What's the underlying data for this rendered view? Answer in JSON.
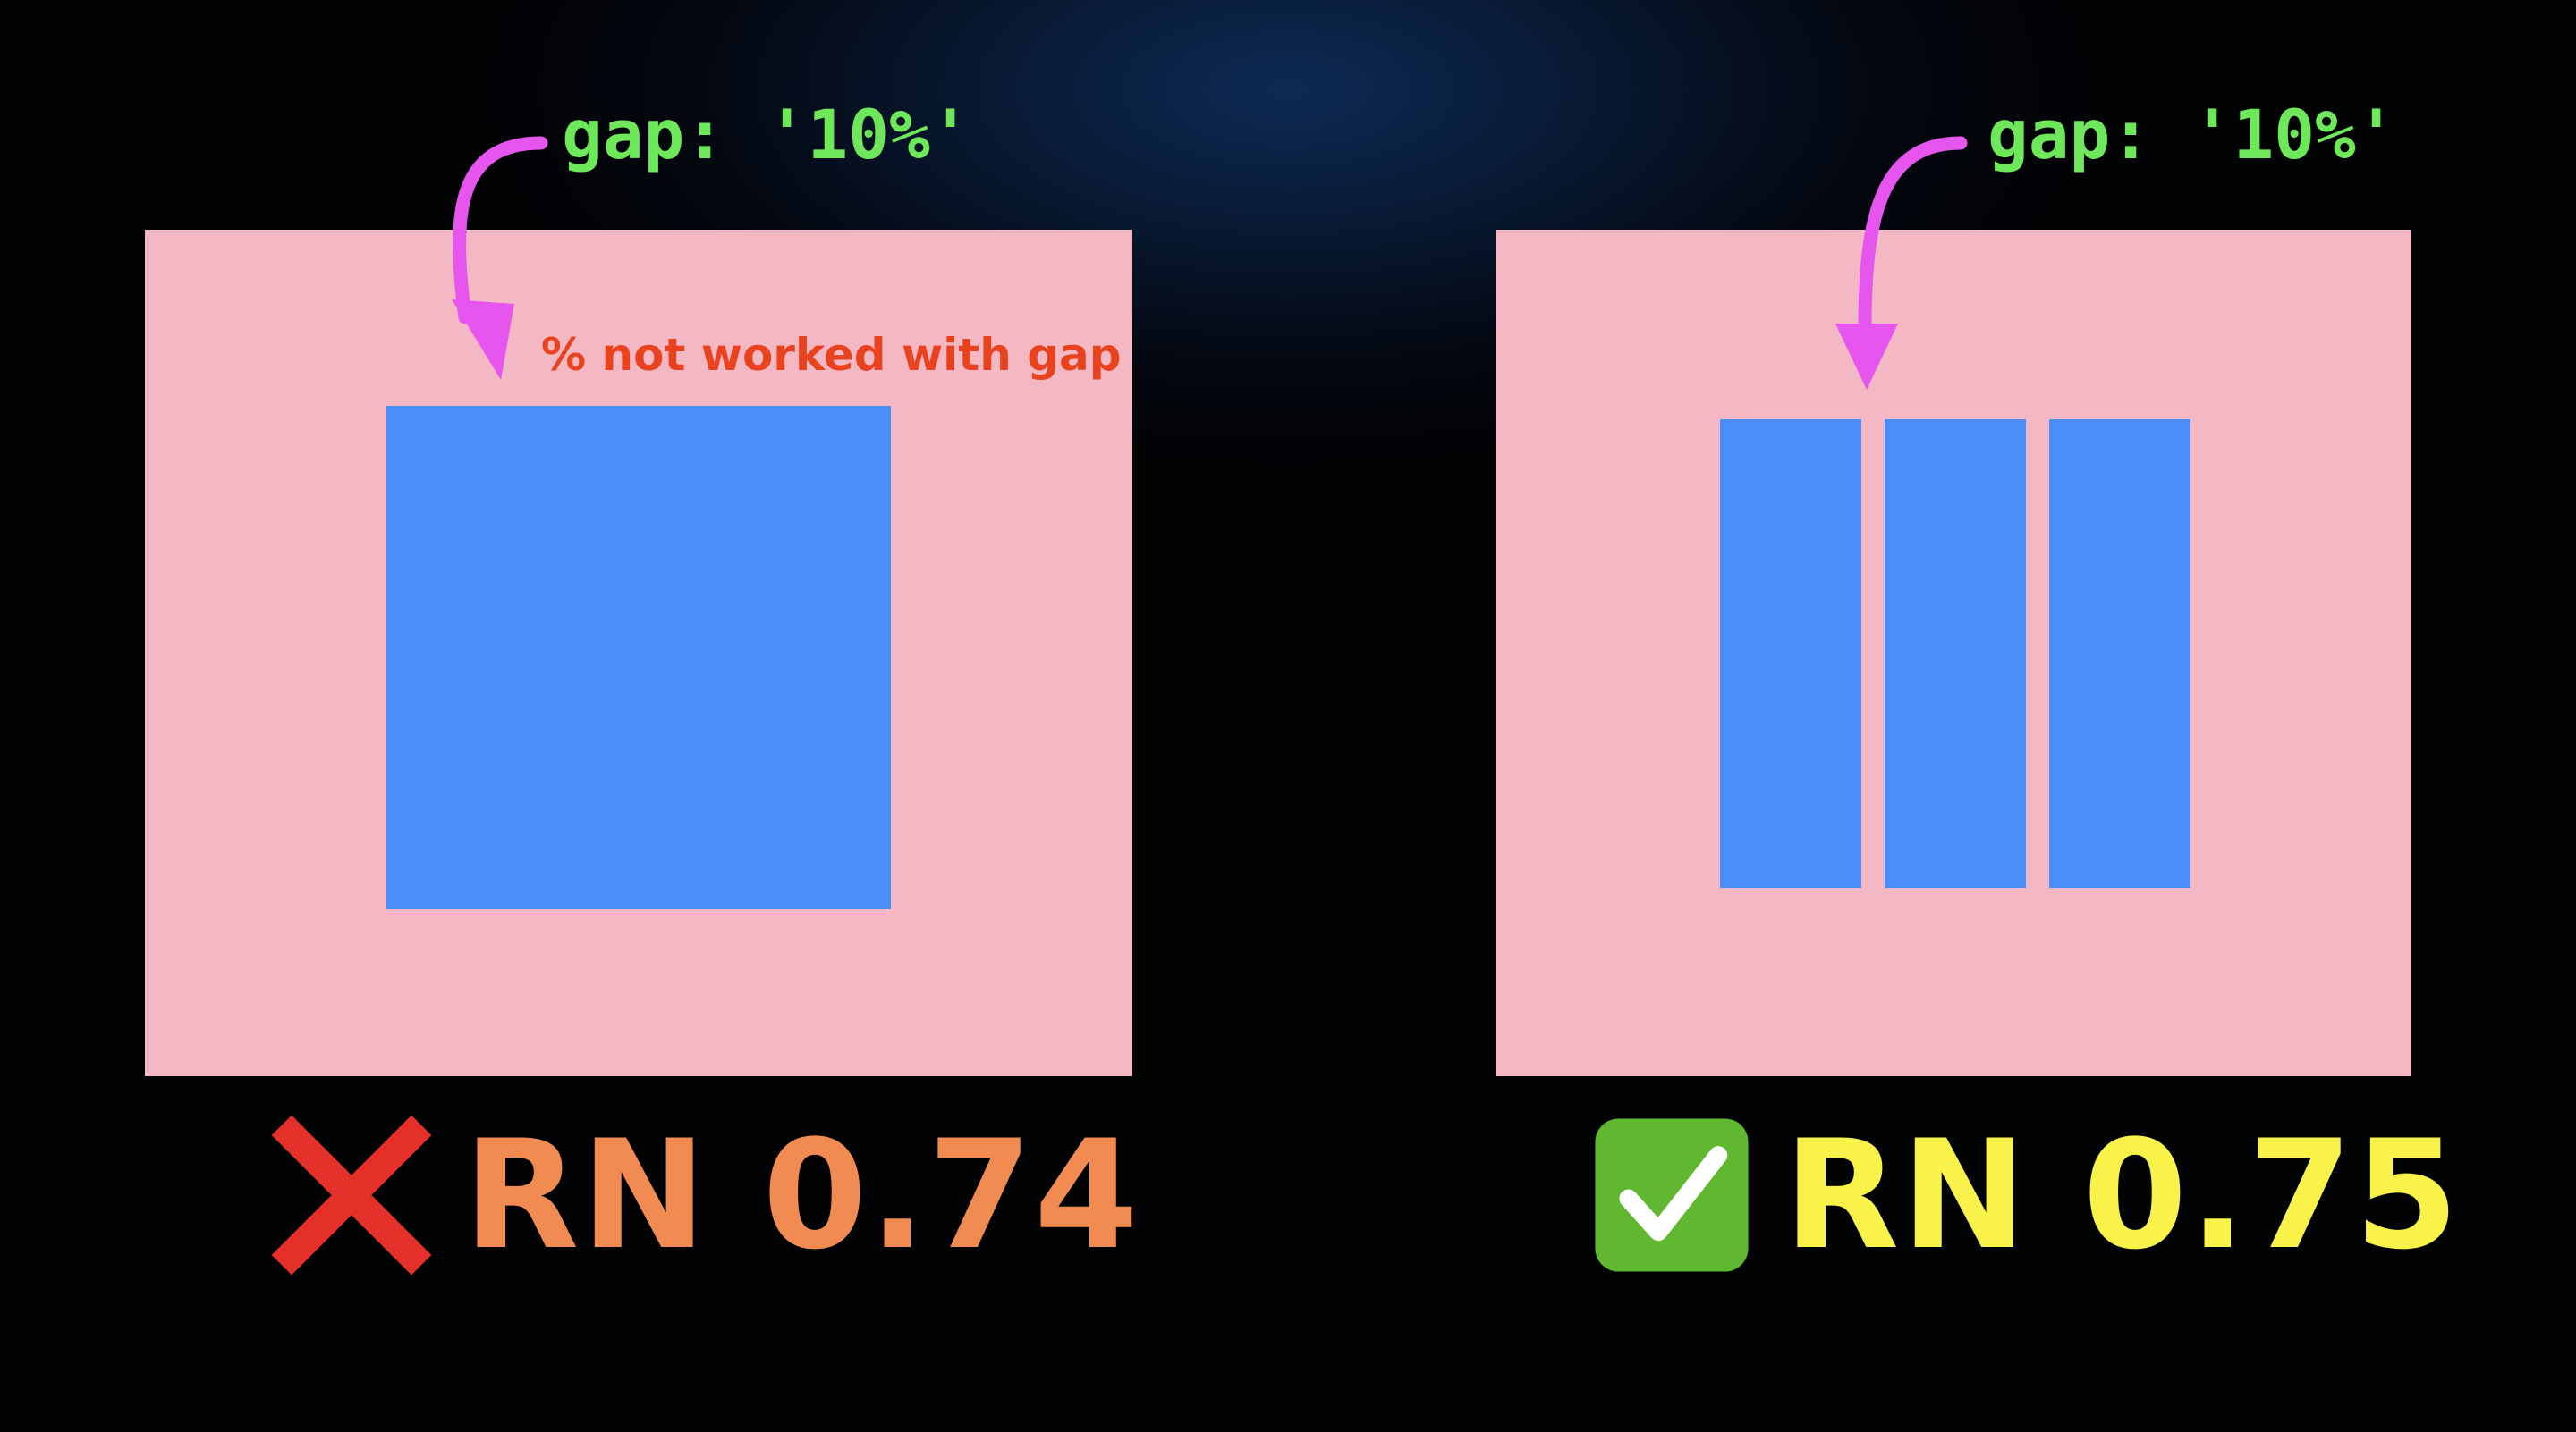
{
  "colors": {
    "panel_bg": "#f4b8c4",
    "box_fill": "#4a8ef7",
    "code_text": "#6ee85a",
    "arrow": "#e655ee",
    "warning_text": "#e8421f",
    "bad_version": "#f28b52",
    "good_version": "#f8f24a",
    "cross_icon": "#e5302a",
    "check_icon_bg": "#5fb82f"
  },
  "left": {
    "code_label": "gap: '10%'",
    "warning": "% not worked with gap",
    "status_icon": "cross-mark-icon",
    "version": "RN 0.74"
  },
  "right": {
    "code_label": "gap: '10%'",
    "status_icon": "check-mark-icon",
    "version": "RN 0.75"
  }
}
